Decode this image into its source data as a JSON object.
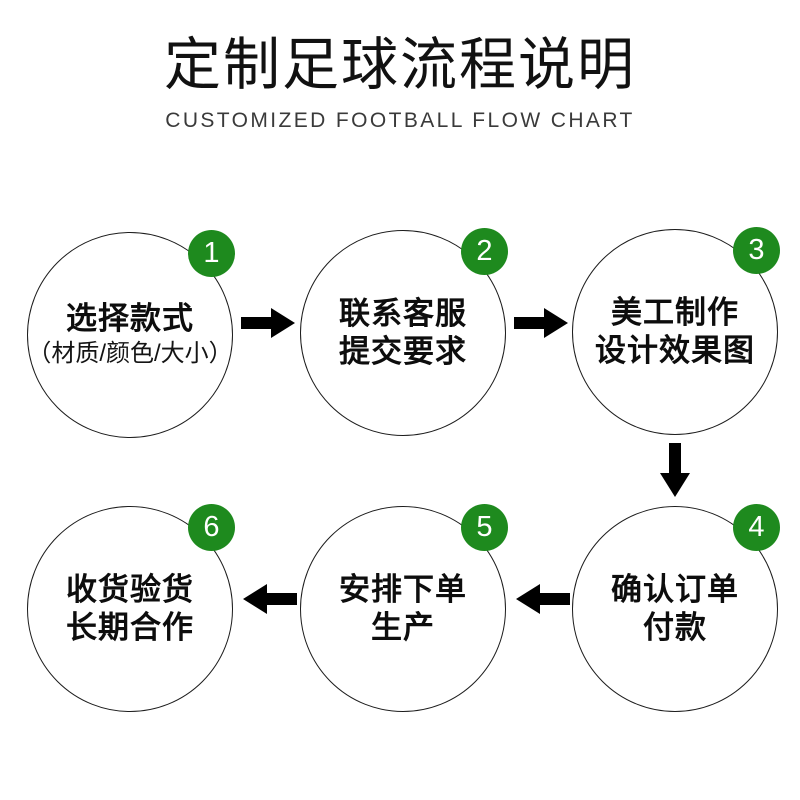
{
  "header": {
    "title": "定制足球流程说明",
    "subtitle": "CUSTOMIZED FOOTBALL FLOW CHART"
  },
  "theme": {
    "badge_color": "#1e8a1e",
    "badge_text_color": "#ffffff",
    "circle_stroke": "#1c1c1c",
    "text_color": "#0d0d0d",
    "background": "#ffffff",
    "arrow_color": "#000000"
  },
  "flow": {
    "steps": [
      {
        "number": "1",
        "line1": "选择款式",
        "line2": "（材质/颜色/大小）",
        "line2_style": "sub"
      },
      {
        "number": "2",
        "line1": "联系客服",
        "line2": "提交要求",
        "line2_style": "main"
      },
      {
        "number": "3",
        "line1": "美工制作",
        "line2": "设计效果图",
        "line2_style": "main"
      },
      {
        "number": "4",
        "line1": "确认订单",
        "line2": "付款",
        "line2_style": "main"
      },
      {
        "number": "5",
        "line1": "安排下单",
        "line2": "生产",
        "line2_style": "main"
      },
      {
        "number": "6",
        "line1": "收货验货",
        "line2": "长期合作",
        "line2_style": "main"
      }
    ],
    "connectors": [
      {
        "from": "1",
        "to": "2",
        "direction": "right"
      },
      {
        "from": "2",
        "to": "3",
        "direction": "right"
      },
      {
        "from": "3",
        "to": "4",
        "direction": "down"
      },
      {
        "from": "4",
        "to": "5",
        "direction": "left"
      },
      {
        "from": "5",
        "to": "6",
        "direction": "left"
      }
    ]
  }
}
